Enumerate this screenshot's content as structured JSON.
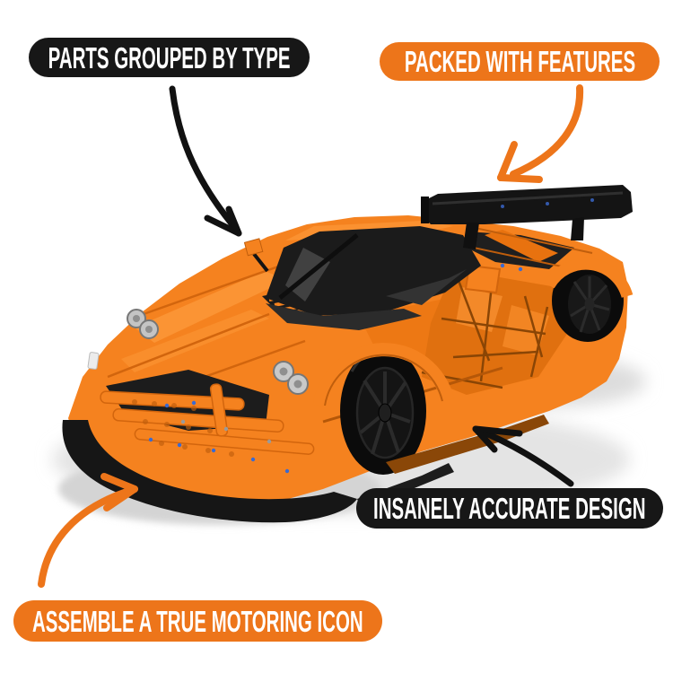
{
  "colors": {
    "background": "#ffffff",
    "accent_orange": "#ED751A",
    "badge_black": "#171717",
    "badge_text": "#ffffff",
    "car_orange": "#F5821F",
    "car_orange_light": "#FB9434",
    "car_orange_dark": "#D2650D",
    "car_black": "#161616",
    "tire_black": "#0D0D0D",
    "shadow_gray": "#E0E0E0"
  },
  "callouts": [
    {
      "label": "PARTS GROUPED BY TYPE",
      "style": "black",
      "arrow": "curved-arrow-down-right",
      "arrow_color": "#111111"
    },
    {
      "label": "PACKED WITH FEATURES",
      "style": "orange",
      "arrow": "curved-arrow-down-left",
      "arrow_color": "#ED751A"
    },
    {
      "label": "INSANELY ACCURATE DESIGN",
      "style": "black",
      "arrow": "arrow-up-left",
      "arrow_color": "#111111"
    },
    {
      "label": "ASSEMBLE A TRUE MOTORING ICON",
      "style": "orange",
      "arrow": "curved-arrow-up-right",
      "arrow_color": "#ED751A"
    }
  ],
  "image": {
    "subject": "Orange brick-built supercar model with black rear wing, black spoked wheels and black front splitter, front three-quarter studio view on white"
  }
}
